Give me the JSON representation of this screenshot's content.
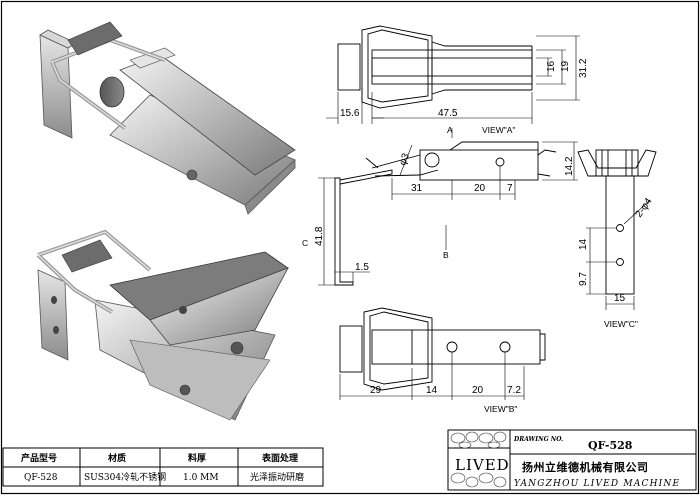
{
  "drawing": {
    "top_view": {
      "dims": {
        "w_total": "47.5",
        "w_left": "15.6",
        "h_inner": "16",
        "h_mid": "19",
        "h_total": "31.2"
      },
      "marker": "A",
      "label": "VIEW\"A\""
    },
    "side_view": {
      "dims": {
        "hole_dia": "φ3",
        "a": "31",
        "b": "20",
        "c": "7",
        "height": "14.2",
        "thickness": "1.5",
        "bend_h": "41.8"
      },
      "marker_b": "B",
      "marker_c": "C"
    },
    "end_view": {
      "dims": {
        "holes": "2-φ4",
        "pitch": "14",
        "bottom": "9.7",
        "width": "15"
      },
      "label": "VIEW\"C\""
    },
    "bottom_view": {
      "dims": {
        "a": "29",
        "b": "14",
        "c": "20",
        "d": "7.2"
      },
      "label": "VIEW\"B\""
    }
  },
  "spec_table": {
    "headers": [
      "产品型号",
      "材质",
      "料厚",
      "表面处理"
    ],
    "values": [
      "QF-528",
      "SUS304冷轧不锈钢",
      "1.0 MM",
      "光泽振动研磨"
    ]
  },
  "title_block": {
    "drawing_no_label": "DRAWING NO.",
    "drawing_no": "QF-528",
    "logo_text": "LIVED",
    "company_cn": "扬州立维德机械有限公司",
    "company_en": "YANGZHOU LIVED MACHINE"
  }
}
